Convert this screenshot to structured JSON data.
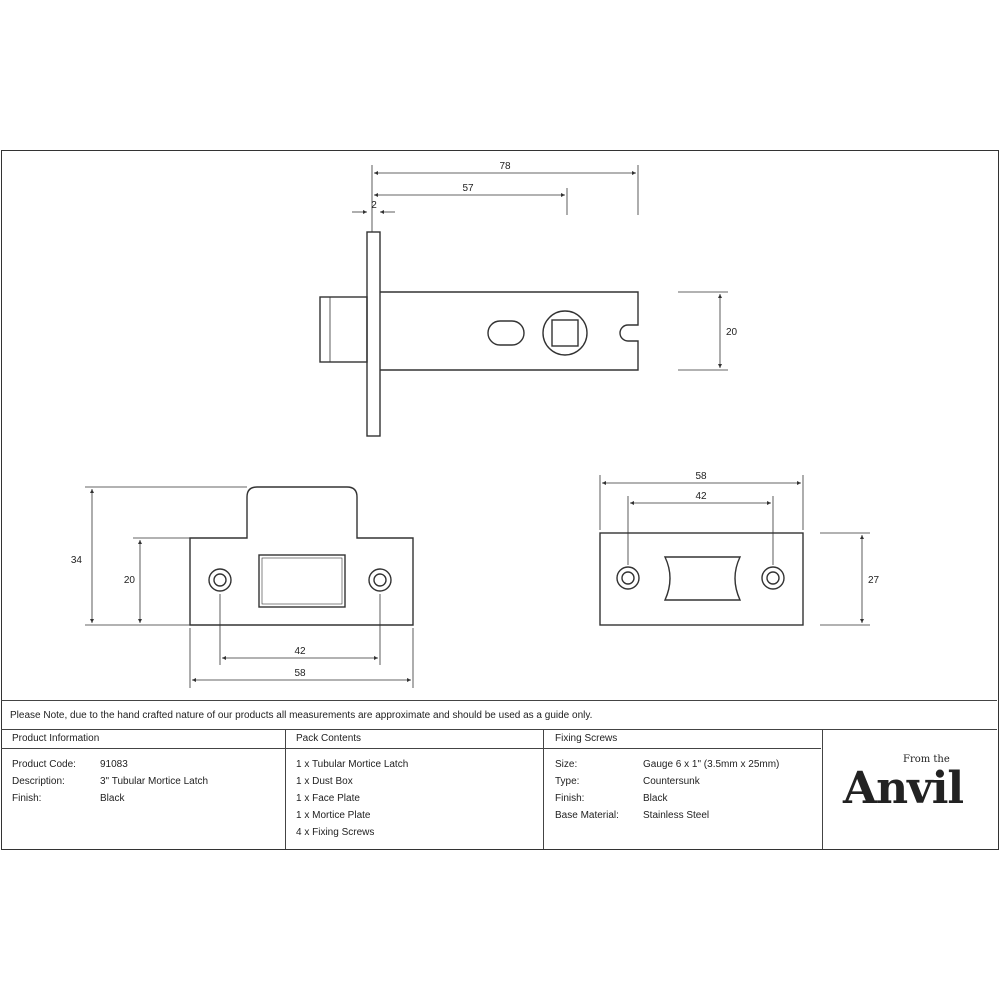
{
  "dimensions": {
    "latch_length": "78",
    "backset": "57",
    "faceplate_thickness": "2",
    "body_height": "20",
    "plate_height": "34",
    "plate_inner_height": "20",
    "plate_hole_spacing": "42",
    "plate_width": "58",
    "mortice_width": "58",
    "mortice_hole_spacing": "42",
    "mortice_height": "27"
  },
  "note": "Please Note, due to the hand crafted nature of our products all measurements are approximate and should be used as a guide only.",
  "product_info": {
    "title": "Product Information",
    "rows": [
      {
        "k": "Product Code:",
        "v": "91083"
      },
      {
        "k": "Description:",
        "v": "3\" Tubular Mortice Latch"
      },
      {
        "k": "Finish:",
        "v": "Black"
      }
    ]
  },
  "pack_contents": {
    "title": "Pack Contents",
    "items": [
      "1 x Tubular Mortice Latch",
      "1 x Dust Box",
      "1 x Face Plate",
      "1 x Mortice Plate",
      "4 x Fixing Screws"
    ]
  },
  "fixing_screws": {
    "title": "Fixing Screws",
    "rows": [
      {
        "k": "Size:",
        "v": "Gauge 6 x 1\" (3.5mm x 25mm)"
      },
      {
        "k": "Type:",
        "v": "Countersunk"
      },
      {
        "k": "Finish:",
        "v": "Black"
      },
      {
        "k": "Base Material:",
        "v": "Stainless Steel"
      }
    ]
  },
  "logo": {
    "brand": "Anvil",
    "tagline": "From the"
  }
}
